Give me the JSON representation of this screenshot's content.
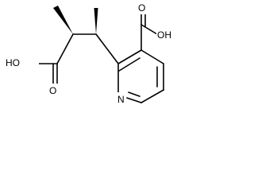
{
  "molecule": {
    "labels": {
      "left_hydroxyl": "HO",
      "right_hydroxyl": "OH",
      "left_carbonyl_oxygen": "O",
      "right_carbonyl_oxygen": "O",
      "ring_nitrogen": "N"
    },
    "colors": {
      "bond": "#000000",
      "background": "#ffffff"
    }
  }
}
